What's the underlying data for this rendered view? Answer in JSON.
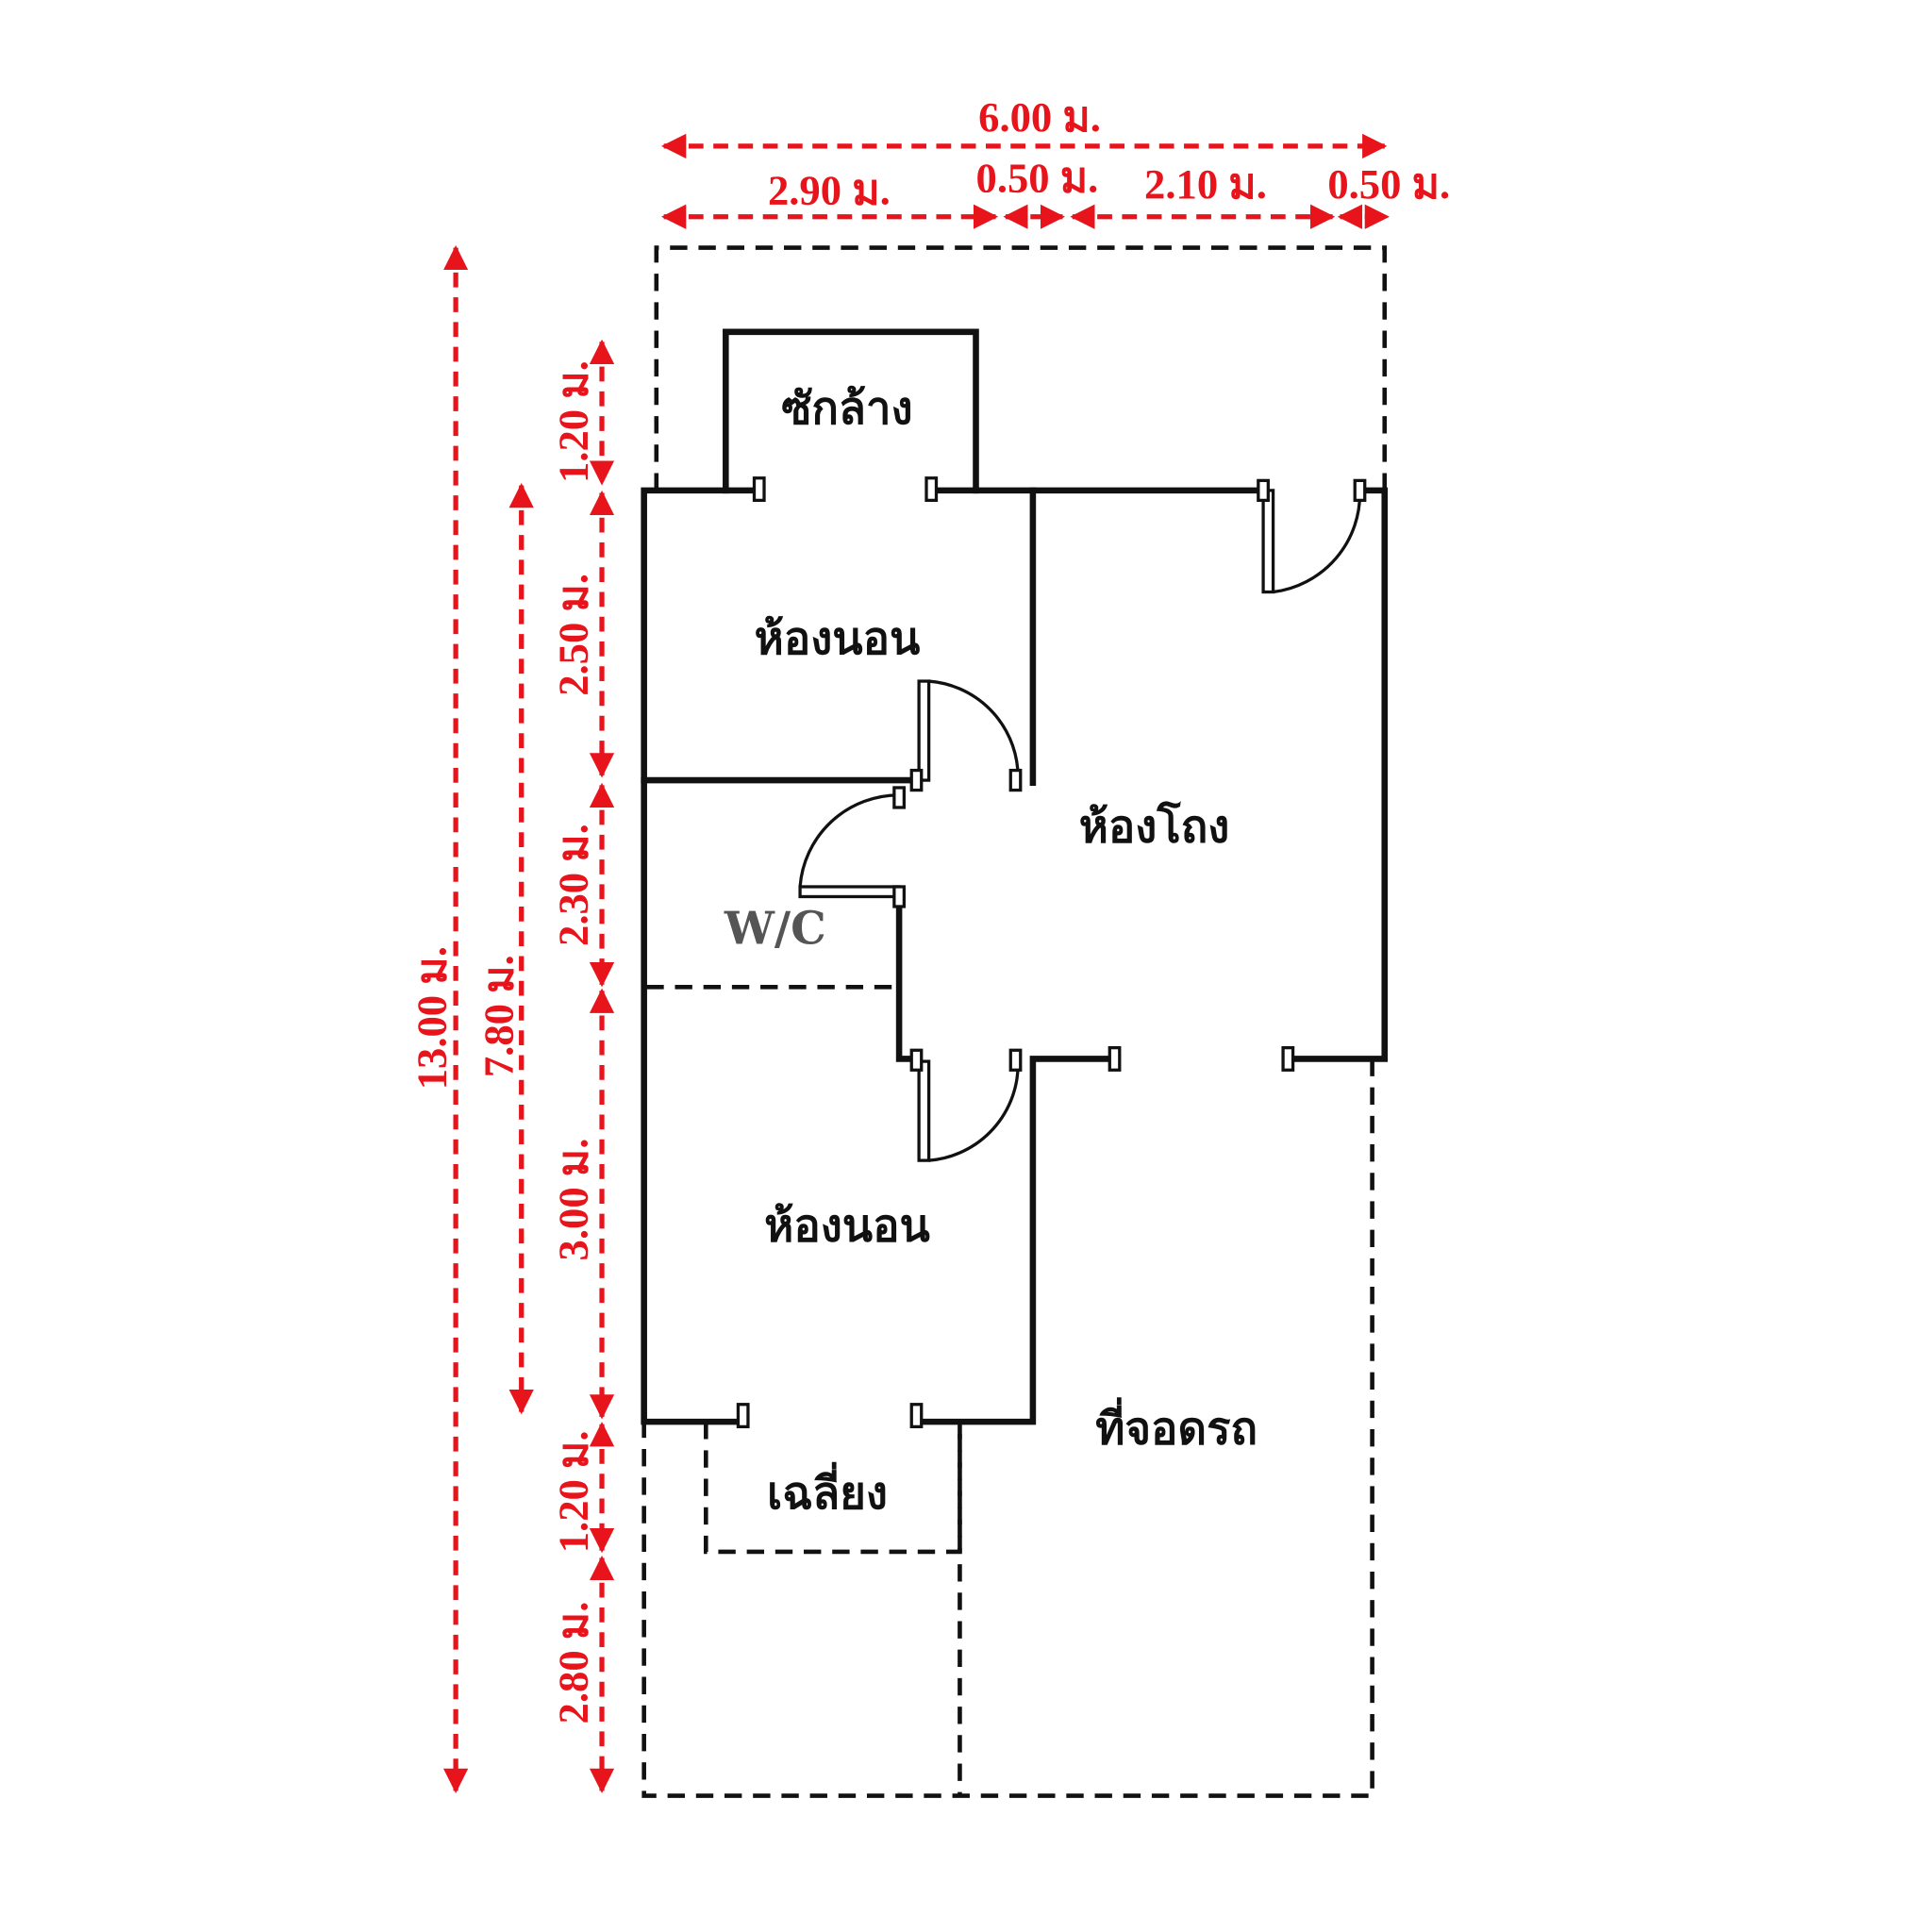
{
  "dimensions": {
    "total_width": "6.00 ม.",
    "w1": "2.90 ม.",
    "w2": "0.50 ม.",
    "w3": "2.10 ม.",
    "w4": "0.50 ม.",
    "total_length": "13.00 ม.",
    "house_length": "7.80 ม.",
    "h1": "1.20 ม.",
    "h2": "2.50 ม.",
    "h3": "2.30 ม.",
    "h4": "3.00 ม.",
    "h5": "1.20 ม.",
    "h6": "2.80 ม."
  },
  "rooms": {
    "laundry": "ซักล้าง",
    "bedroom1": "ห้องนอน",
    "hall": "ห้องโถง",
    "wc": "W/C",
    "bedroom2": "ห้องนอน",
    "parking": "ที่จอดรถ",
    "porch": "เฉลี่ยง"
  },
  "colors": {
    "dimension": "#e8141c",
    "wall": "#111111"
  }
}
